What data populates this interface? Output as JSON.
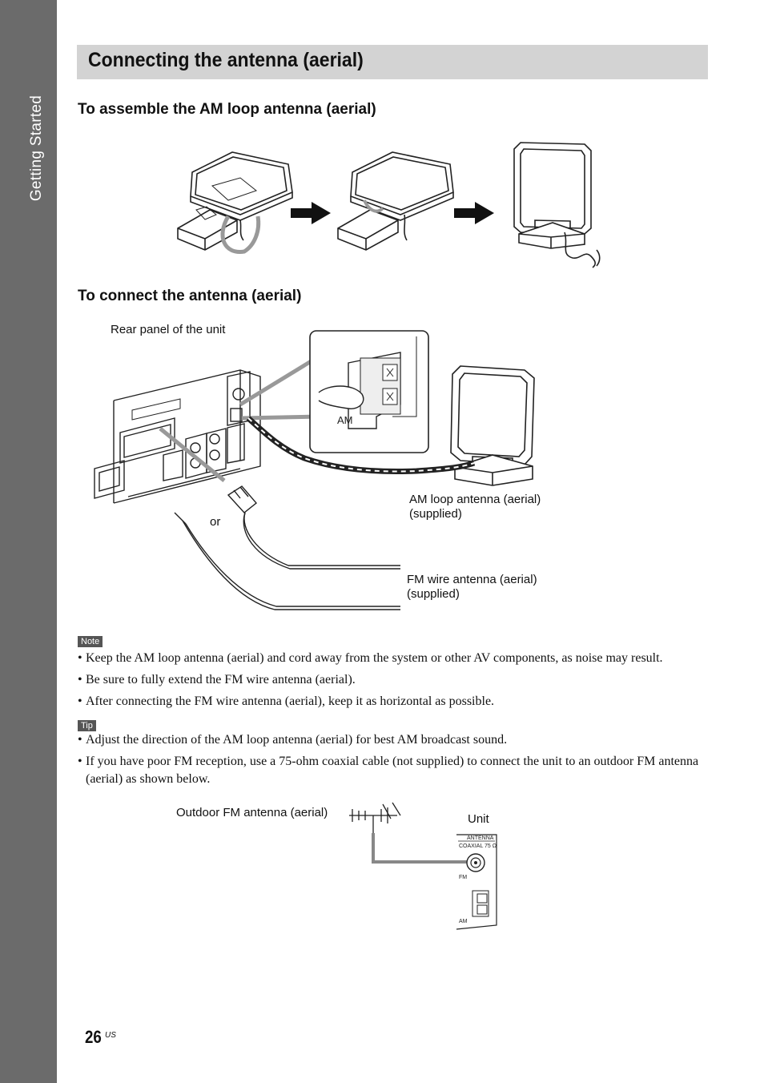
{
  "sidebar": {
    "section_label": "Getting Started"
  },
  "title": "Connecting the antenna (aerial)",
  "assemble_section": {
    "heading": "To assemble the AM loop antenna (aerial)"
  },
  "connect_section": {
    "heading": "To connect the antenna (aerial)",
    "rear_panel_label": "Rear panel of the unit",
    "am_terminal_label": "AM",
    "or_label": "or",
    "am_loop_label_line1": "AM loop antenna (aerial)",
    "am_loop_label_line2": "(supplied)",
    "fm_wire_label_line1": "FM wire antenna (aerial)",
    "fm_wire_label_line2": "(supplied)"
  },
  "note": {
    "badge": "Note",
    "items": [
      "Keep the AM loop antenna (aerial) and cord away from the system or other AV components, as noise may result.",
      "Be sure to fully extend the FM wire antenna (aerial).",
      "After connecting the FM wire antenna (aerial), keep it as horizontal as possible."
    ]
  },
  "tip": {
    "badge": "Tip",
    "items": [
      "Adjust the direction of the AM loop antenna (aerial) for best AM broadcast sound.",
      "If you have poor FM reception, use a 75-ohm coaxial cable (not supplied) to connect the unit to an outdoor FM antenna (aerial) as shown below."
    ]
  },
  "outdoor_diagram": {
    "outdoor_label": "Outdoor FM antenna (aerial)",
    "unit_label": "Unit",
    "panel_title": "ANTENNA",
    "coaxial_label": "COAXIAL 75 Ω",
    "fm_label": "FM",
    "am_label": "AM"
  },
  "footer": {
    "page_number": "26",
    "page_suffix": "US"
  }
}
